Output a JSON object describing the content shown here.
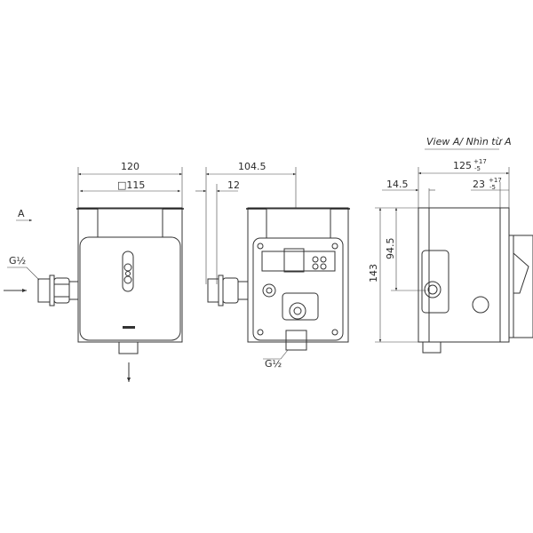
{
  "views": {
    "front": {
      "dim_width": "120",
      "dim_square": "□115",
      "view_marker": "A",
      "inlet_thread": "G½"
    },
    "side": {
      "dim_depth": "104.5",
      "dim_offset": "12",
      "outlet_thread": "G½"
    },
    "view_a": {
      "title": "View A/ Nhìn từ A",
      "dim_depth": "125",
      "dim_depth_tol_upper": "+17",
      "dim_depth_tol_lower": "-5",
      "dim_left": "14.5",
      "dim_right": "23",
      "dim_right_tol_upper": "+17",
      "dim_right_tol_lower": "-5",
      "dim_height": "143",
      "dim_inlet_height": "94.5"
    }
  }
}
